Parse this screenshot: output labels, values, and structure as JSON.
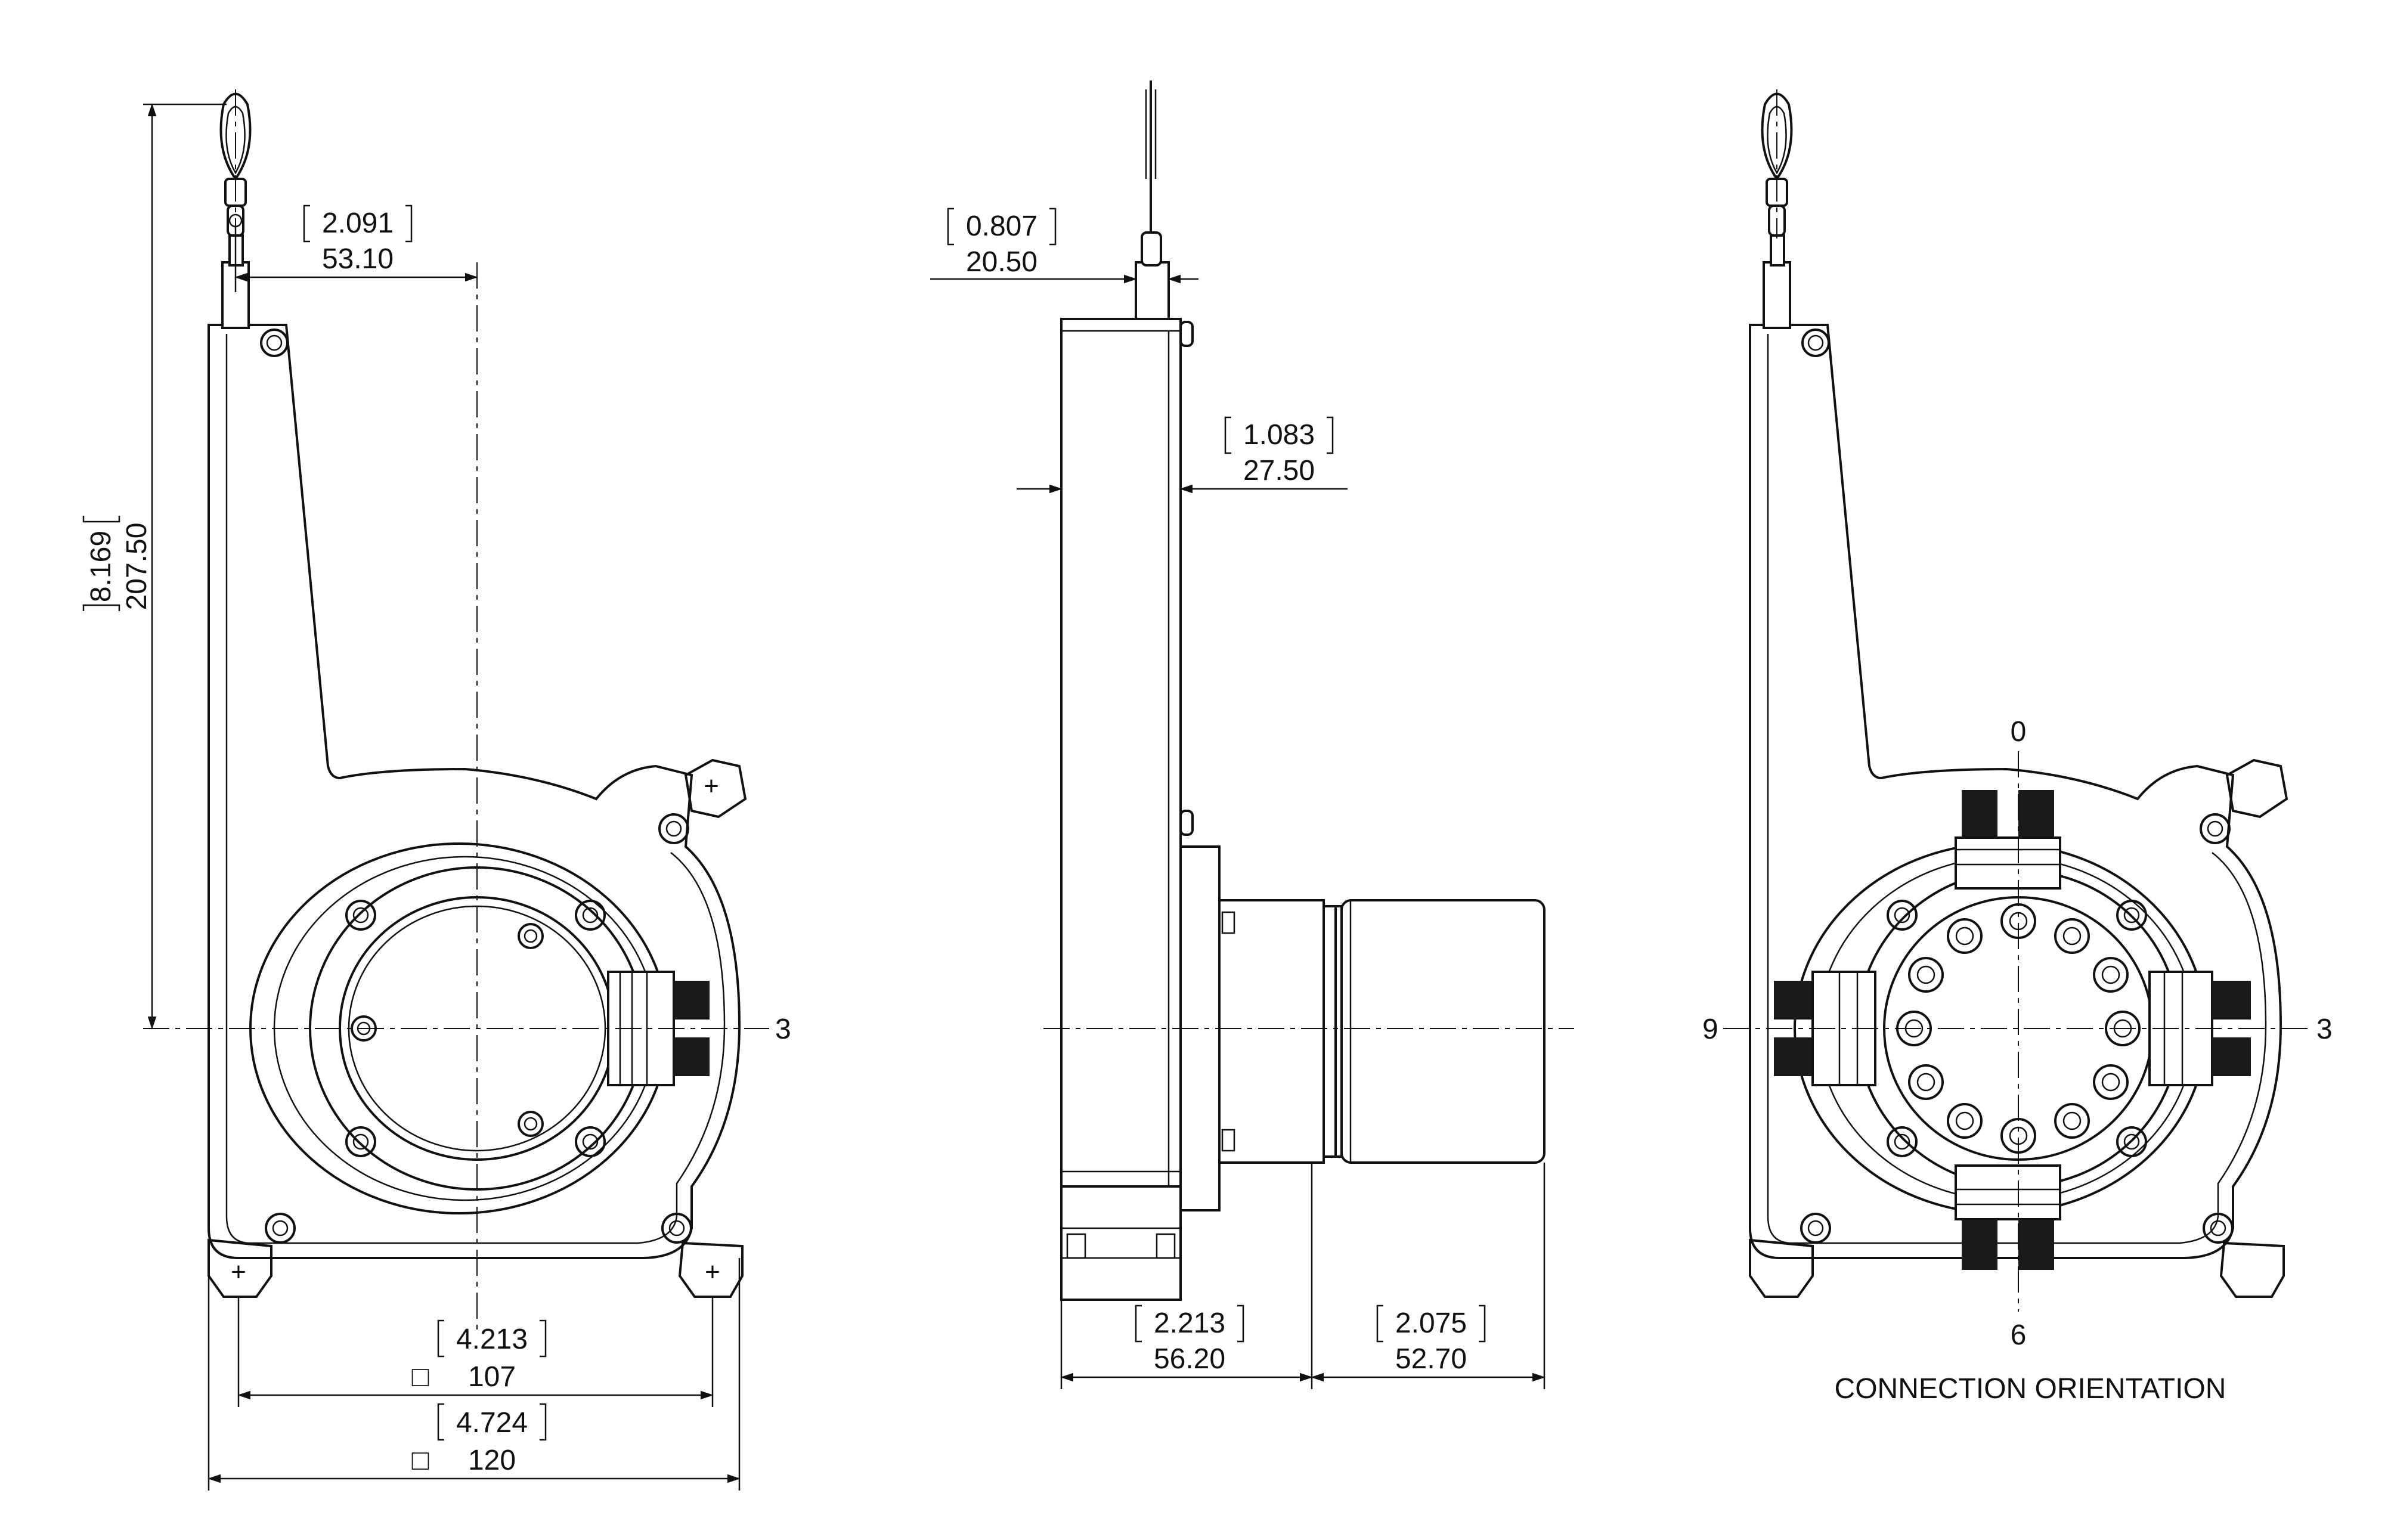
{
  "front_view": {
    "dim_cable_offset": {
      "inch": "2.091",
      "mm": "53.10"
    },
    "dim_height": {
      "inch": "8.169",
      "mm": "207.50"
    },
    "dim_inner_square": {
      "inch": "4.213",
      "mm": "107"
    },
    "dim_outer_square": {
      "inch": "4.724",
      "mm": "120"
    },
    "square_symbol": "□",
    "clock_label_right": "3"
  },
  "side_view": {
    "dim_cable_position": {
      "inch": "0.807",
      "mm": "20.50"
    },
    "dim_body_thickness": {
      "inch": "1.083",
      "mm": "27.50"
    },
    "dim_flange_depth": {
      "inch": "2.213",
      "mm": "56.20"
    },
    "dim_motor_length": {
      "inch": "2.075",
      "mm": "52.70"
    }
  },
  "connection_view": {
    "clock_top": "0",
    "clock_right": "3",
    "clock_bottom": "6",
    "clock_left": "9",
    "caption": "CONNECTION ORIENTATION"
  }
}
